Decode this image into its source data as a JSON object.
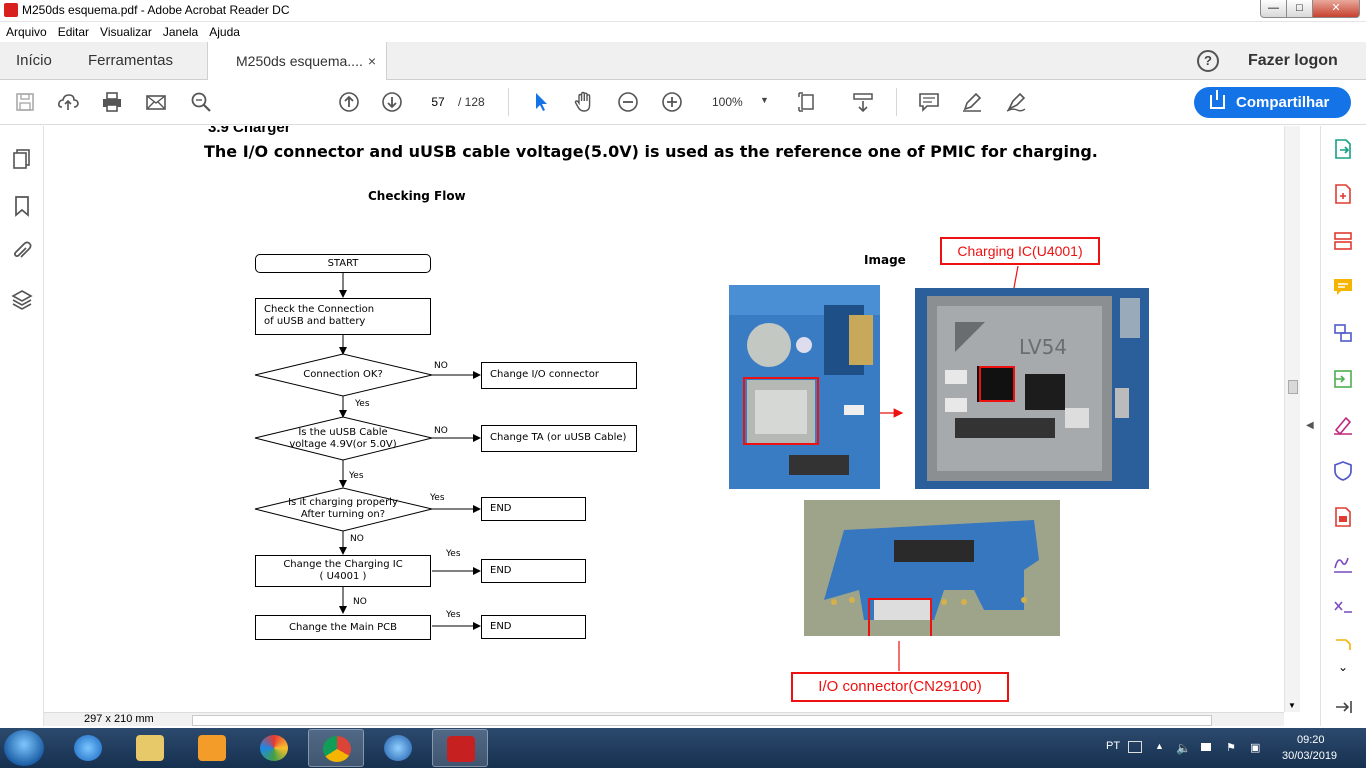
{
  "window": {
    "title": "M250ds esquema.pdf - Adobe Acrobat Reader DC",
    "min": "—",
    "max": "□",
    "close": "✕"
  },
  "menu": [
    "Arquivo",
    "Editar",
    "Visualizar",
    "Janela",
    "Ajuda"
  ],
  "tabs": {
    "home": "Início",
    "tools": "Ferramentas",
    "doc": "M250ds esquema....",
    "doc_close": "×"
  },
  "header": {
    "help": "?",
    "login": "Fazer logon"
  },
  "toolbar": {
    "page_current": "57",
    "page_total": "/  128",
    "zoom": "100%",
    "zoom_arrow": "▼",
    "share": "Compartilhar"
  },
  "status": {
    "page_size": "297 x 210 mm"
  },
  "page": {
    "section_title": "3.9 Charger",
    "description": "The I/O connector and uUSB cable voltage(5.0V) is used as the reference one of PMIC for charging.",
    "flow_title": "Checking Flow",
    "image_label": "Image",
    "flow": {
      "start": "START",
      "check": "Check the Connection\nof uUSB and battery",
      "q1": "Connection OK?",
      "q1_no": "NO",
      "a1": "Change I/O connector",
      "q1_yes": "Yes",
      "q2": "Is the uUSB Cable\nvoltage 4.9V(or 5.0V)",
      "q2_no": "NO",
      "a2": "Change TA (or uUSB Cable)",
      "q2_yes": "Yes",
      "q3": "Is it charging properly\nAfter turning on?",
      "q3_yes": "Yes",
      "a3": "END",
      "q3_no": "NO",
      "change_ic": "Change the Charging IC\n( U4001 )",
      "change_ic_yes": "Yes",
      "a4": "END",
      "change_ic_no": "NO",
      "change_pcb": "Change the Main PCB",
      "change_pcb_yes": "Yes",
      "a5": "END"
    },
    "callout_ic": "Charging IC(U4001)",
    "callout_io": "I/O connector(CN29100)",
    "chip_marking": "LV54"
  },
  "taskbar": {
    "lang": "PT",
    "time": "09:20",
    "date": "30/03/2019"
  },
  "colors": {
    "accent": "#1473e6",
    "callout": "#ee1111",
    "pcb": "#2a6bb0"
  }
}
